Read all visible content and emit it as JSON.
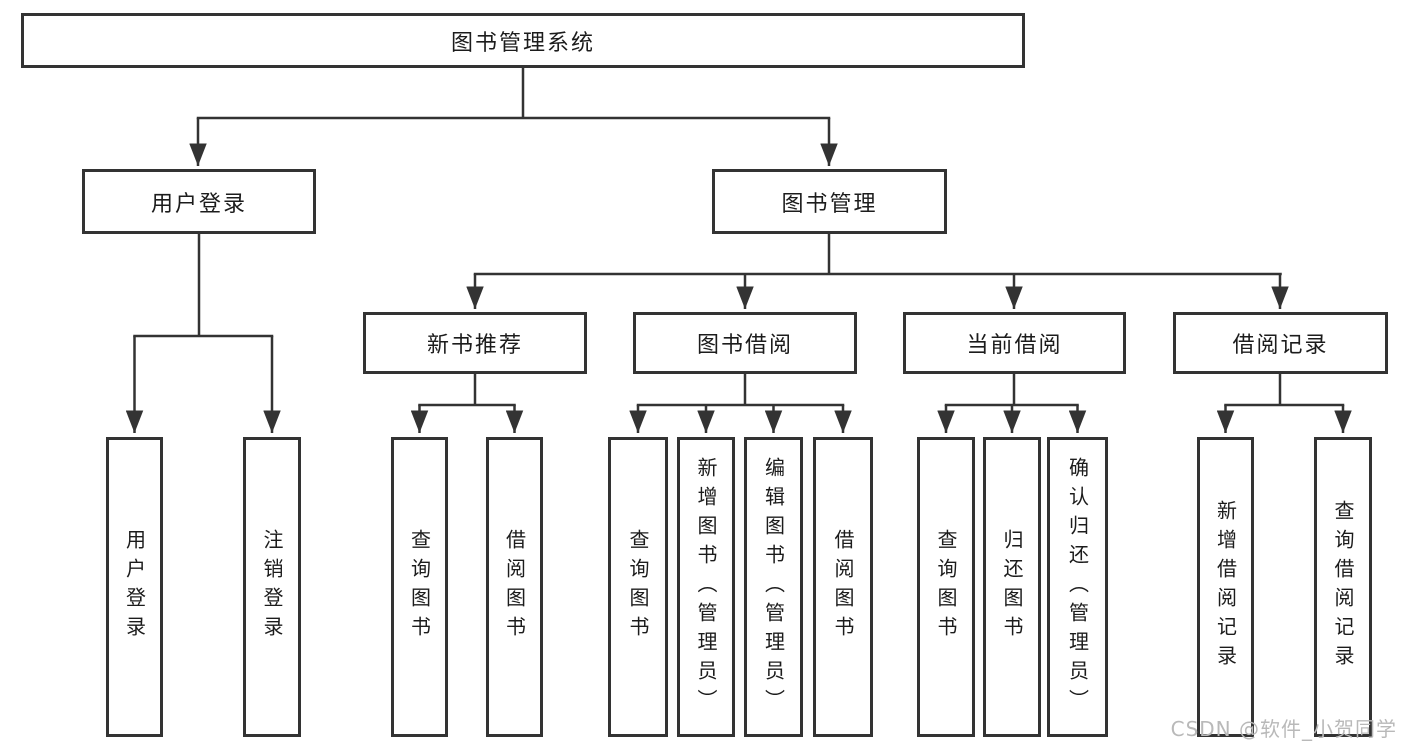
{
  "watermark": "CSDN @软件_小贺同学",
  "tree": {
    "root": {
      "label": "图书管理系统"
    },
    "level2": [
      {
        "label": "用户登录"
      },
      {
        "label": "图书管理"
      }
    ],
    "level3": [
      {
        "label": "新书推荐"
      },
      {
        "label": "图书借阅"
      },
      {
        "label": "当前借阅"
      },
      {
        "label": "借阅记录"
      }
    ],
    "leaves": {
      "user_login": [
        {
          "label": "用户登录"
        },
        {
          "label": "注销登录"
        }
      ],
      "new_book_recommend": [
        {
          "label": "查询图书"
        },
        {
          "label": "借阅图书"
        }
      ],
      "book_borrowing": [
        {
          "label": "查询图书"
        },
        {
          "label": "新增图书（管理员）"
        },
        {
          "label": "编辑图书（管理员）"
        },
        {
          "label": "借阅图书"
        }
      ],
      "current_borrowing": [
        {
          "label": "查询图书"
        },
        {
          "label": "归还图书"
        },
        {
          "label": "确认归还（管理员）"
        }
      ],
      "borrowing_records": [
        {
          "label": "新增借阅记录"
        },
        {
          "label": "查询借阅记录"
        }
      ]
    }
  },
  "colors": {
    "line": "#333333",
    "text": "#1c1c1c",
    "watermark": "#b9b9b9",
    "background": "#ffffff"
  }
}
